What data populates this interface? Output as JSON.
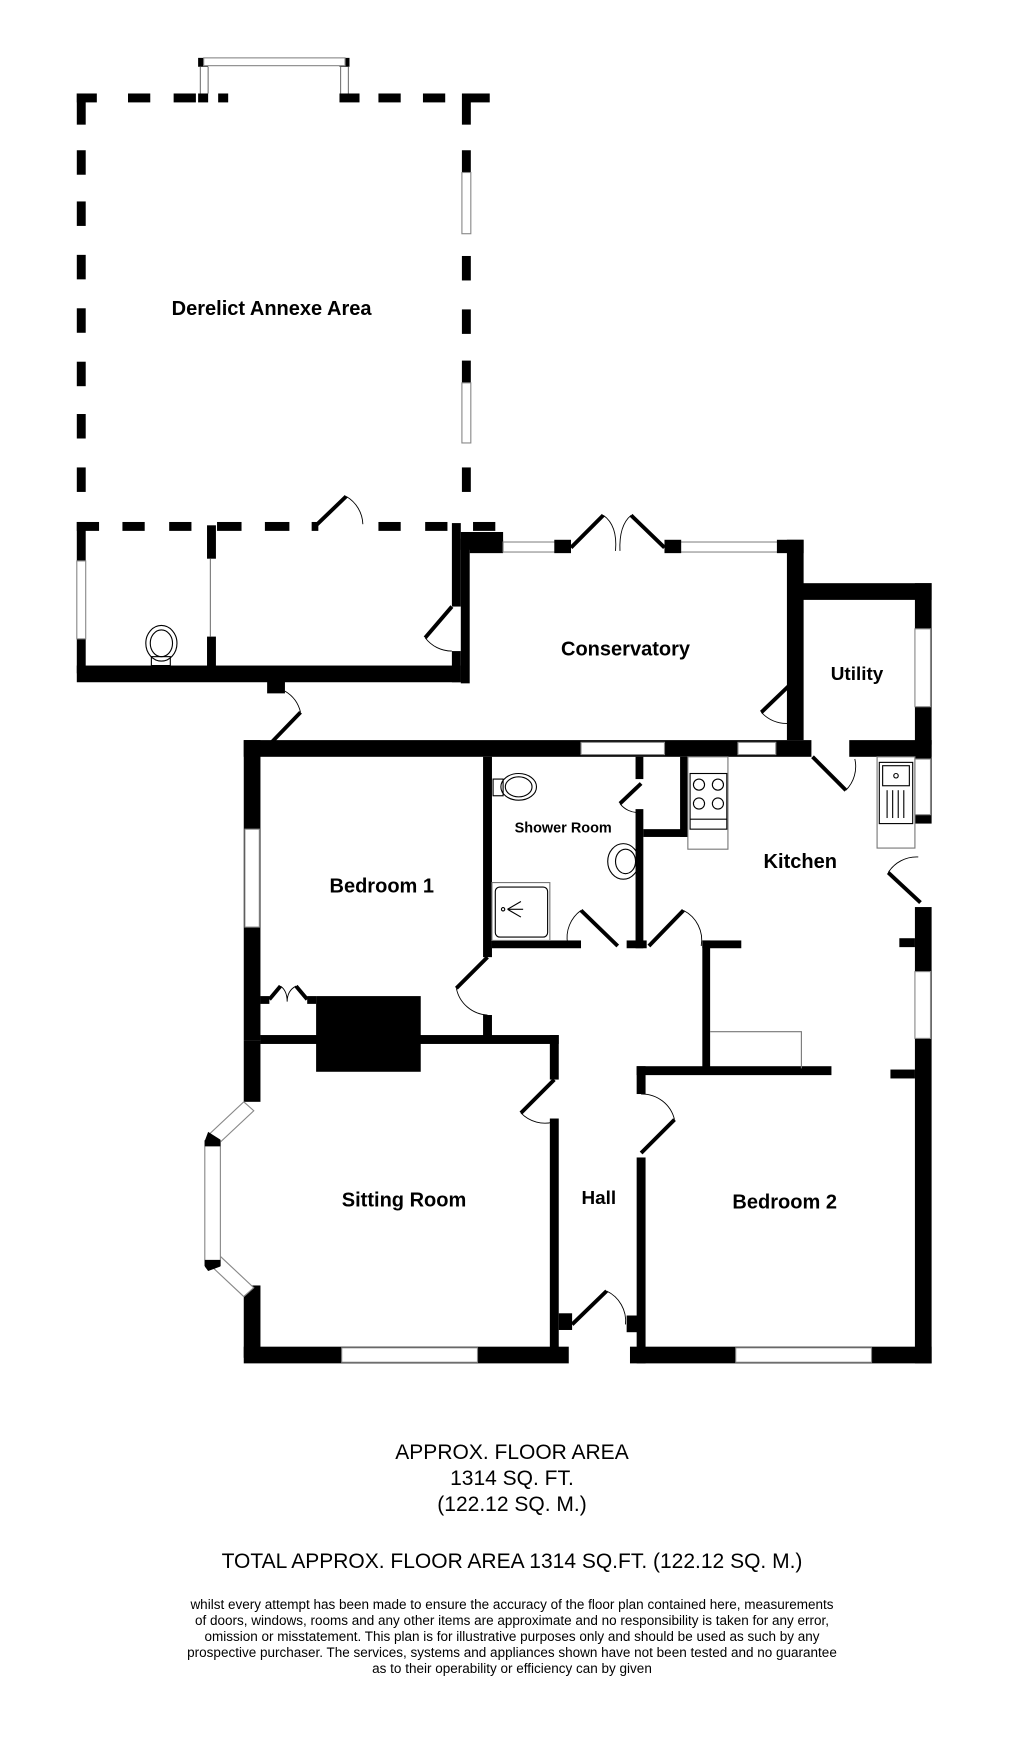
{
  "plan": {
    "rooms": [
      {
        "id": "derelict-annexe",
        "label": "Derelict Annexe Area"
      },
      {
        "id": "conservatory",
        "label": "Conservatory"
      },
      {
        "id": "utility",
        "label": "Utility"
      },
      {
        "id": "bedroom-1",
        "label": "Bedroom 1"
      },
      {
        "id": "shower-room",
        "label": "Shower Room"
      },
      {
        "id": "kitchen",
        "label": "Kitchen"
      },
      {
        "id": "sitting-room",
        "label": "Sitting Room"
      },
      {
        "id": "hall",
        "label": "Hall"
      },
      {
        "id": "bedroom-2",
        "label": "Bedroom 2"
      }
    ],
    "fixtures": [
      "toilet-icon",
      "shower-tray-icon",
      "washbasin-icon",
      "hob-icon",
      "sink-icon",
      "chimney-breast"
    ]
  },
  "area": {
    "heading": "APPROX. FLOOR AREA",
    "sqft": "1314 SQ. FT.",
    "sqm": "(122.12 SQ. M.)",
    "total": "TOTAL APPROX. FLOOR AREA 1314 SQ.FT. (122.12 SQ. M.)"
  },
  "disclaimer": {
    "lines": [
      "whilst every attempt has been made to ensure the accuracy of the floor plan contained here, measurements",
      "of doors, windows, rooms and any other items are approximate and no responsibility is taken for any error,",
      "omission or misstatement. This plan is for illustrative purposes only and should be used as such by any",
      "prospective purchaser. The services, systems and appliances shown have not been tested and no guarantee",
      "as to their operability or efficiency can by given"
    ]
  }
}
